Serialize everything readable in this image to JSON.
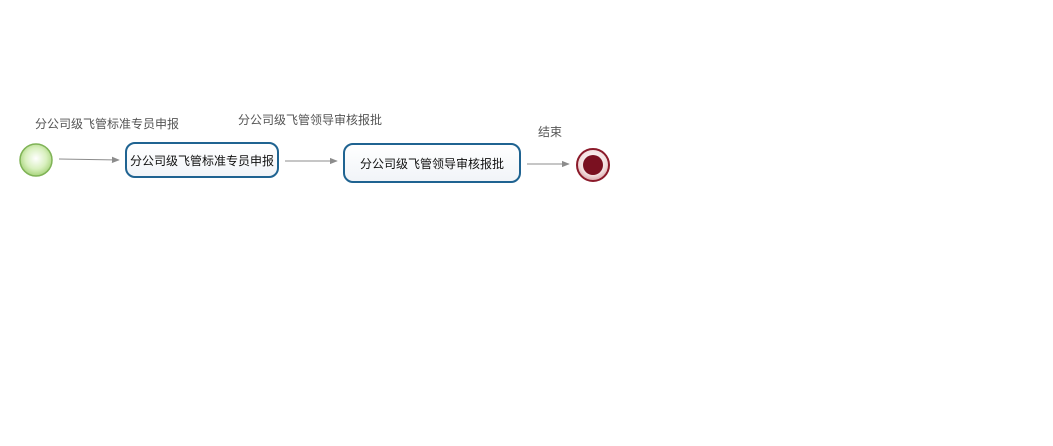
{
  "diagram": {
    "flows": [
      {
        "label": "分公司级飞管标准专员申报"
      },
      {
        "label": "分公司级飞管领导审核报批"
      },
      {
        "label": "结束"
      }
    ],
    "tasks": [
      {
        "label": "分公司级飞管标准专员申报"
      },
      {
        "label": "分公司级飞管领导审核报批"
      }
    ],
    "colors": {
      "start_event": "#b5df8a",
      "end_event": "#7a1020",
      "task_border": "#1f6391",
      "arrow": "#8c8c8c"
    }
  }
}
